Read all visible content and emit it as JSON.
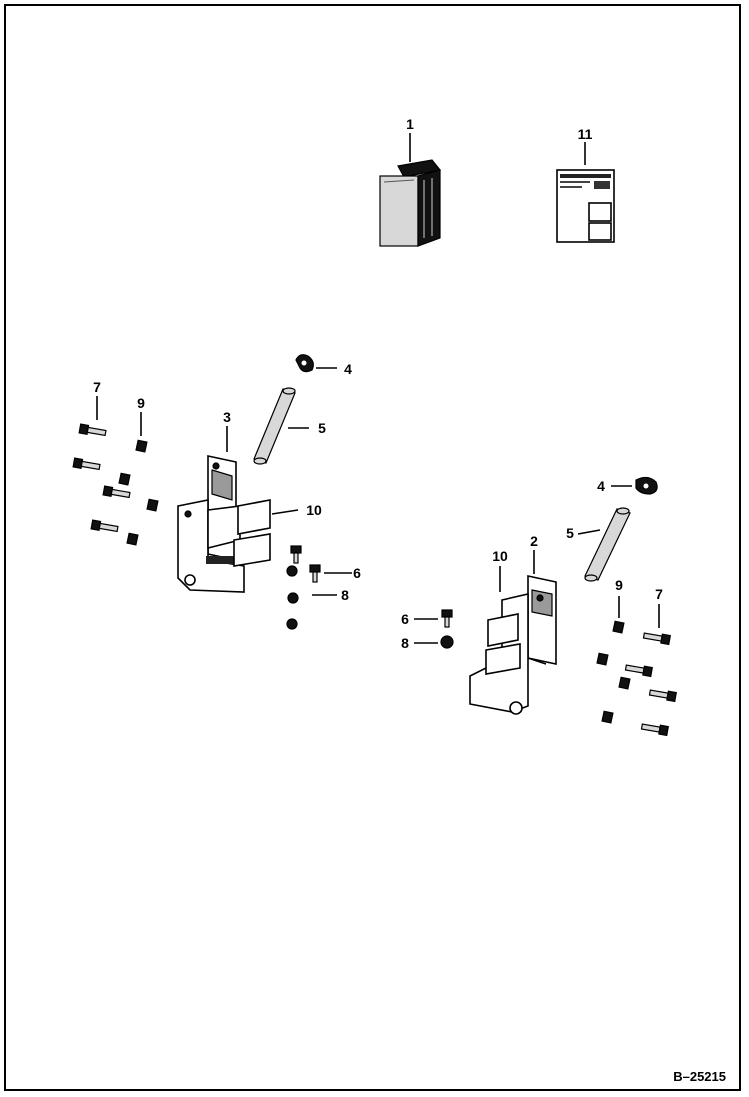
{
  "callouts": {
    "c1": "1",
    "c11": "11",
    "c4a": "4",
    "c7a": "7",
    "c9a": "9",
    "c3": "3",
    "c5a": "5",
    "c10a": "10",
    "c6a": "6",
    "c8a": "8",
    "c4b": "4",
    "c5b": "5",
    "c10b": "10",
    "c2": "2",
    "c9b": "9",
    "c7b": "7",
    "c6b": "6",
    "c8b": "8"
  },
  "reference": "B–25215"
}
